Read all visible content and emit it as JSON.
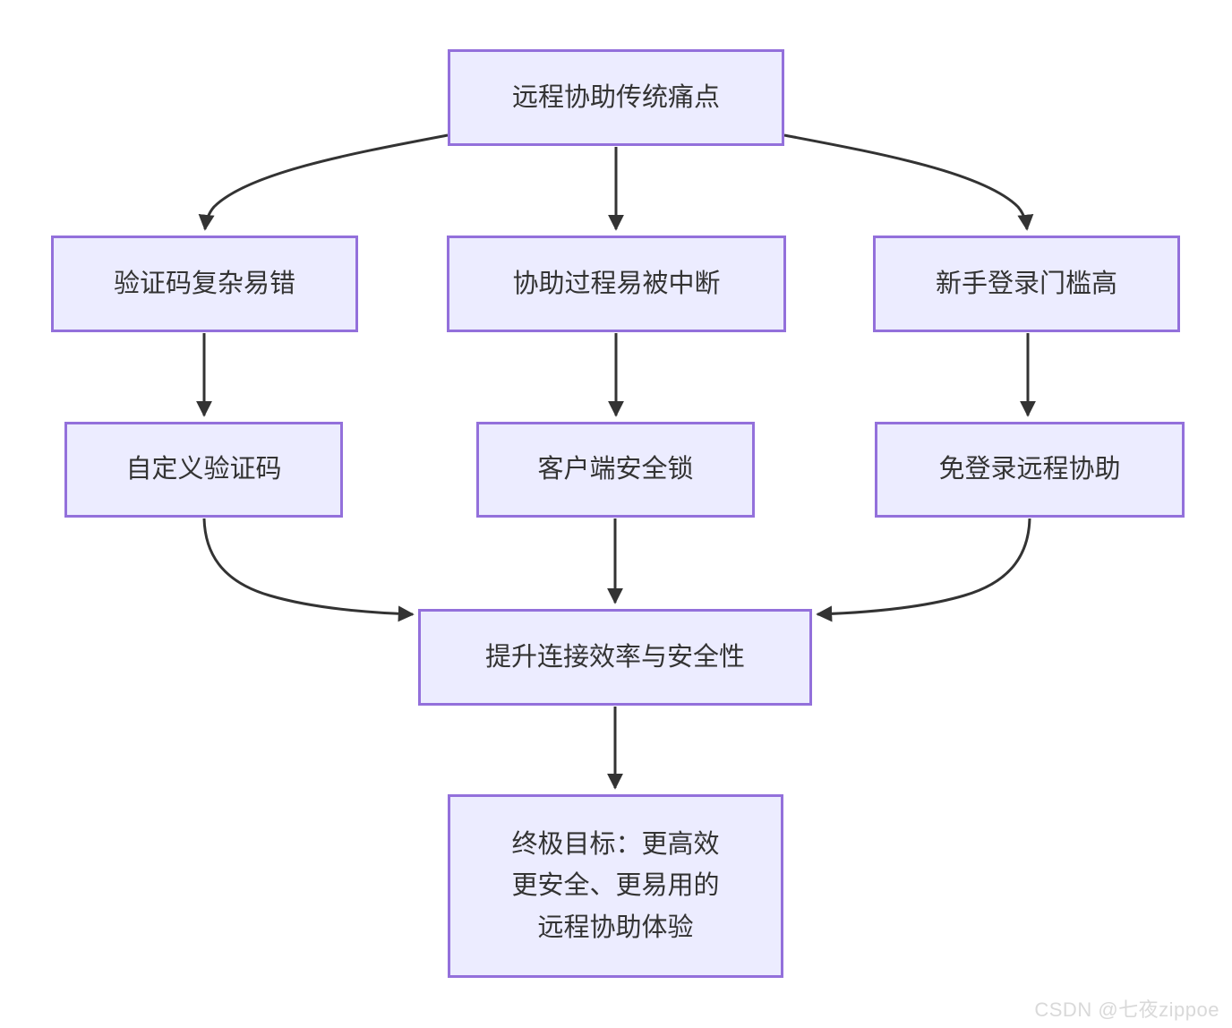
{
  "diagram": {
    "type": "flowchart-top-down",
    "nodes": {
      "root": {
        "label": "远程协助传统痛点"
      },
      "pain1": {
        "label": "验证码复杂易错"
      },
      "pain2": {
        "label": "协助过程易被中断"
      },
      "pain3": {
        "label": "新手登录门槛高"
      },
      "sol1": {
        "label": "自定义验证码"
      },
      "sol2": {
        "label": "客户端安全锁"
      },
      "sol3": {
        "label": "免登录远程协助"
      },
      "benefit": {
        "label": "提升连接效率与安全性"
      },
      "goal": {
        "label": "终极目标：更高效\n更安全、更易用的\n远程协助体验"
      }
    },
    "edges": [
      {
        "from": "root",
        "to": "pain1"
      },
      {
        "from": "root",
        "to": "pain2"
      },
      {
        "from": "root",
        "to": "pain3"
      },
      {
        "from": "pain1",
        "to": "sol1"
      },
      {
        "from": "pain2",
        "to": "sol2"
      },
      {
        "from": "pain3",
        "to": "sol3"
      },
      {
        "from": "sol1",
        "to": "benefit"
      },
      {
        "from": "sol2",
        "to": "benefit"
      },
      {
        "from": "sol3",
        "to": "benefit"
      },
      {
        "from": "benefit",
        "to": "goal"
      }
    ],
    "colors": {
      "node_fill": "#ECECFF",
      "node_border": "#9370DB",
      "edge": "#333333",
      "text": "#333333",
      "background": "#FFFFFF"
    }
  },
  "watermark": {
    "text": "CSDN @七夜zippoe",
    "color": "#D9D9D9"
  }
}
